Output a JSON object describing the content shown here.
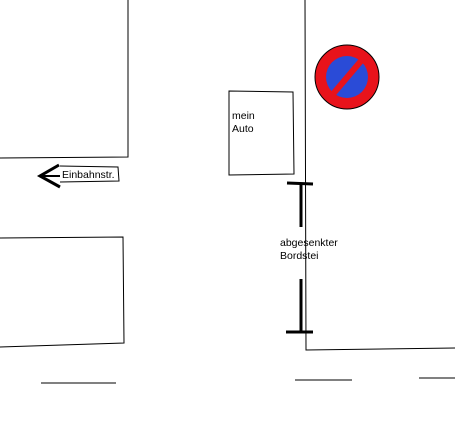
{
  "labels": {
    "car_line1": "mein",
    "car_line2": "Auto",
    "one_way": "Einbahnstr.",
    "curb_line1": "abgesenkter",
    "curb_line2": "Bordstei"
  },
  "sign": {
    "icon": "no-parking-sign-icon",
    "ring_color": "#e8131b",
    "fill_color": "#2a4bd7",
    "slash_color": "#e8131b"
  },
  "colors": {
    "line": "#000000",
    "background": "#ffffff"
  }
}
